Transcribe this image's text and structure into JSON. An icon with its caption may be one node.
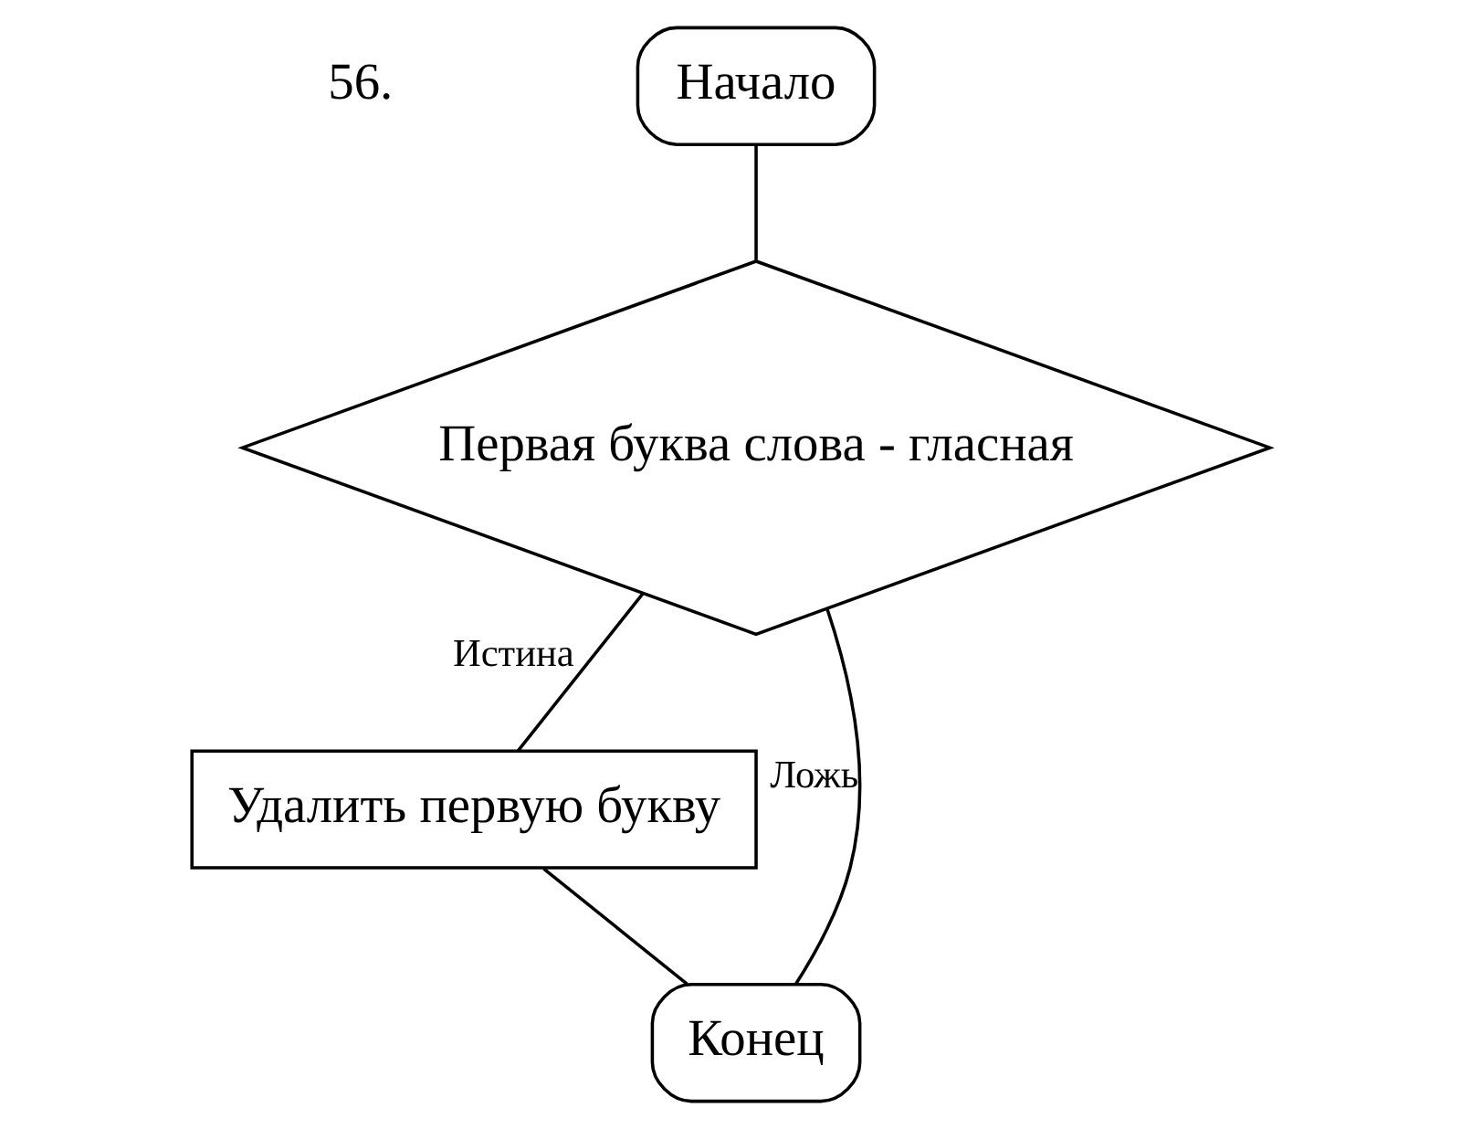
{
  "diagram": {
    "nodes": [
      {
        "text": [
          "Начало"
        ]
      },
      {
        "text": [
          "Первая буква слова - гласная"
        ]
      },
      {
        "text": [
          "Удалить первую букву"
        ]
      },
      {
        "text": [
          "Конец"
        ]
      }
    ],
    "edges": [
      {
        "from": 0,
        "to": 1,
        "arrow": "none"
      },
      {
        "from": 1,
        "to": 2,
        "arrow": "none",
        "label": "Истина"
      },
      {
        "from": 1,
        "to": 3,
        "arrow": "none",
        "label": "Ложь"
      },
      {
        "from": 2,
        "to": 3,
        "arrow": "none"
      }
    ],
    "labels": [
      "56."
    ]
  }
}
